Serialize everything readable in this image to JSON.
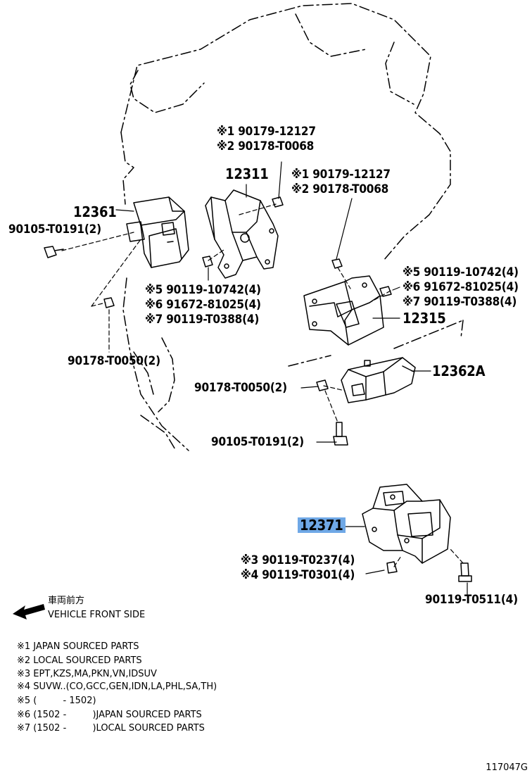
{
  "labels": {
    "l_12361": "12361",
    "l_90105_a": "90105-T0191(2)",
    "l_12311": "12311",
    "l_90179_a": "※1 90179-12127",
    "l_90178_a": "※2 90178-T0068",
    "l_90179_b": "※1 90179-12127",
    "l_90178_b": "※2 90178-T0068",
    "l_90119_a": "※5 90119-10742(4)",
    "l_91672_a": "※6 91672-81025(4)",
    "l_90119_b": "※7 90119-T0388(4)",
    "l_90119_c": "※5 90119-10742(4)",
    "l_91672_b": "※6 91672-81025(4)",
    "l_90119_d": "※7 90119-T0388(4)",
    "l_12315": "12315",
    "l_90178_c": "90178-T0050(2)",
    "l_12362A": "12362A",
    "l_90178_d": "90178-T0050(2)",
    "l_90105_b": "90105-T0191(2)",
    "l_12371": "12371",
    "l_90119_e": "※3 90119-T0237(4)",
    "l_90119_f": "※4 90119-T0301(4)",
    "l_90119_g": "90119-T0511(4)"
  },
  "direction": {
    "jp": "車両前方",
    "en": "VEHICLE FRONT SIDE"
  },
  "notes": [
    "※1 JAPAN SOURCED PARTS",
    "※2 LOCAL SOURCED PARTS",
    "※3 EPT,KZS,MA,PKN,VN,IDSUV",
    "※4 SUVW..(CO,GCC,GEN,IDN,LA,PHL,SA,TH)",
    "※5 (         - 1502)",
    "※6 (1502 -         )JAPAN SOURCED PARTS",
    "※7 (1502 -         )LOCAL SOURCED PARTS"
  ],
  "figure_id": "117047G",
  "highlight_color": "#6fa8e6"
}
